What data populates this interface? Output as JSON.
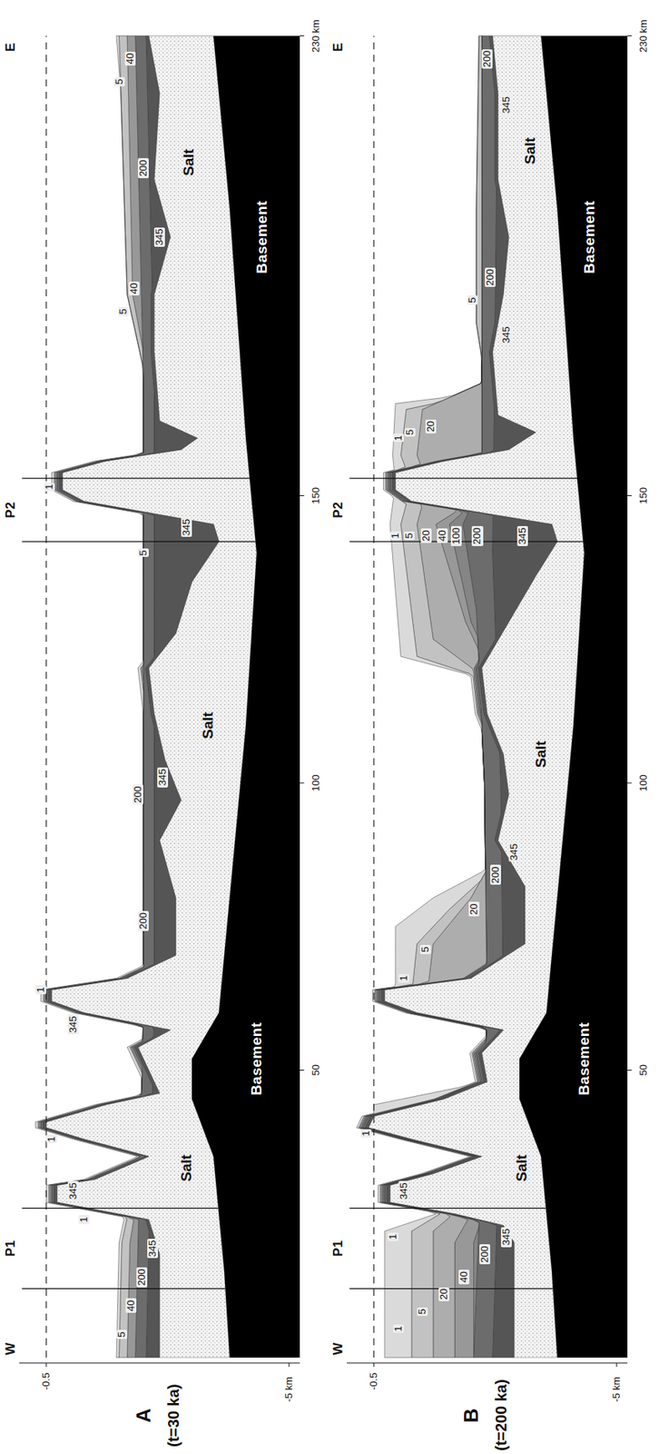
{
  "diagram": {
    "labels": [
      "W",
      "P1",
      "P2",
      "E",
      "-0.5",
      "A",
      "(t=30 ka)",
      "5",
      "40",
      "200",
      "345",
      "1",
      "345",
      "1",
      "Salt",
      "345",
      "1",
      "Basement",
      "200",
      "200",
      "345",
      "Salt",
      "345",
      "5",
      "1",
      "5",
      "40",
      "345",
      "Salt",
      "200",
      "5",
      "40",
      "Basement",
      "50",
      "100",
      "150",
      "230 km",
      "-5 km",
      "W",
      "P1",
      "P2",
      "E",
      "-0.5",
      "B",
      "(t=200 ka)",
      "1",
      "5",
      "20",
      "40",
      "200",
      "345",
      "1",
      "345",
      "1",
      "Salt",
      "1",
      "5",
      "20",
      "200",
      "345",
      "Basement",
      "Salt",
      "1",
      "5",
      "20",
      "40",
      "100",
      "200",
      "345",
      "1",
      "5",
      "20",
      "5",
      "200",
      "345",
      "Salt",
      "Basement",
      "200",
      "345",
      "50",
      "100",
      "150",
      "230 km",
      "-5 km"
    ]
  }
}
